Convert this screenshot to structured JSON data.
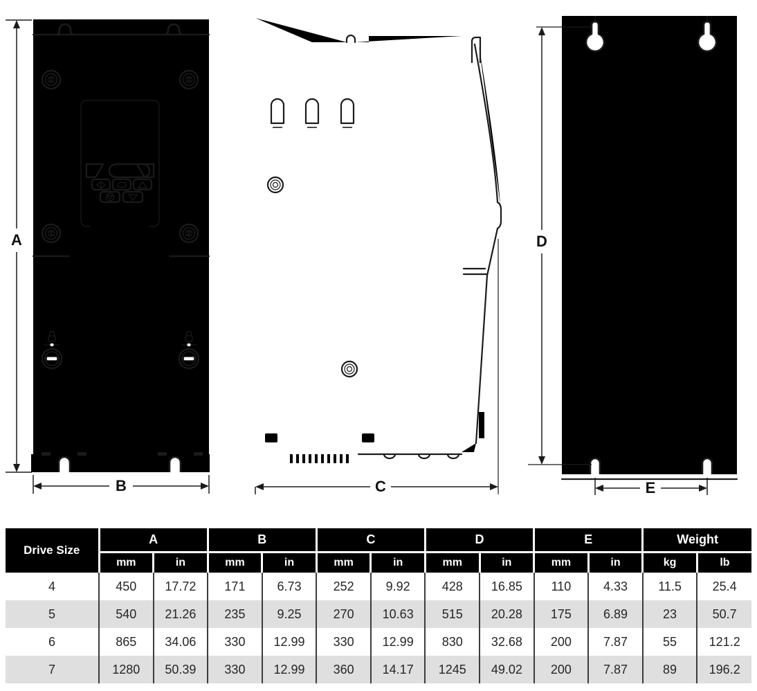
{
  "diagram": {
    "dim_labels": {
      "A": "A",
      "B": "B",
      "C": "C",
      "D": "D",
      "E": "E"
    }
  },
  "table": {
    "header": {
      "drive_size": "Drive Size",
      "groups": [
        {
          "label": "A",
          "units": [
            "mm",
            "in"
          ]
        },
        {
          "label": "B",
          "units": [
            "mm",
            "in"
          ]
        },
        {
          "label": "C",
          "units": [
            "mm",
            "in"
          ]
        },
        {
          "label": "D",
          "units": [
            "mm",
            "in"
          ]
        },
        {
          "label": "E",
          "units": [
            "mm",
            "in"
          ]
        },
        {
          "label": "Weight",
          "units": [
            "kg",
            "lb"
          ]
        }
      ]
    },
    "rows": [
      {
        "drive_size": "4",
        "values": [
          "450",
          "17.72",
          "171",
          "6.73",
          "252",
          "9.92",
          "428",
          "16.85",
          "110",
          "4.33",
          "11.5",
          "25.4"
        ]
      },
      {
        "drive_size": "5",
        "values": [
          "540",
          "21.26",
          "235",
          "9.25",
          "270",
          "10.63",
          "515",
          "20.28",
          "175",
          "6.89",
          "23",
          "50.7"
        ]
      },
      {
        "drive_size": "6",
        "values": [
          "865",
          "34.06",
          "330",
          "12.99",
          "330",
          "12.99",
          "830",
          "32.68",
          "200",
          "7.87",
          "55",
          "121.2"
        ]
      },
      {
        "drive_size": "7",
        "values": [
          "1280",
          "50.39",
          "330",
          "12.99",
          "360",
          "14.17",
          "1245",
          "49.02",
          "200",
          "7.87",
          "89",
          "196.2"
        ]
      }
    ]
  },
  "colors": {
    "line": "#1b1b1b",
    "table_header_bg": "#000000",
    "table_header_text": "#ffffff",
    "row_alt_bg": "#dfdfdf",
    "body_text": "#262626"
  }
}
